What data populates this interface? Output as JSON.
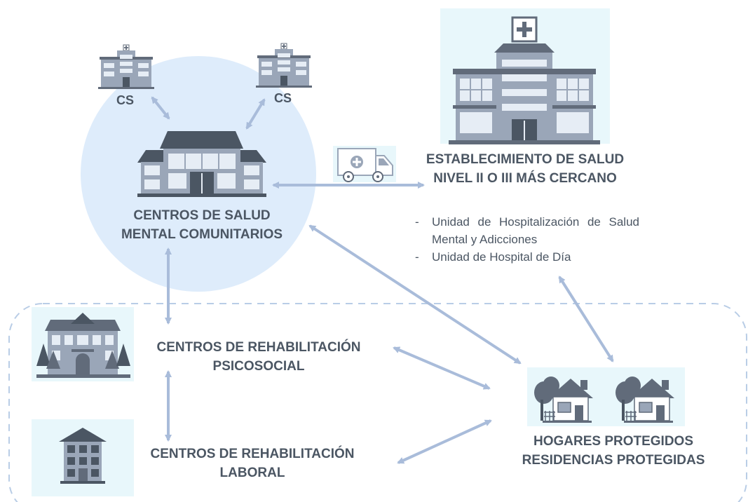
{
  "nodes": {
    "cs_left": "CS",
    "cs_right": "CS",
    "csmc": "CENTROS DE SALUD MENTAL COMUNITARIOS",
    "hospital": "ESTABLECIMIENTO DE SALUD NIVEL II O III MÁS CERCANO",
    "hospital_units": [
      "Unidad de Hospitalización de Salud Mental y Adicciones",
      "Unidad de Hospital de Día"
    ],
    "rehab_psico": "CENTROS DE REHABILITACIÓN PSICOSOCIAL",
    "rehab_laboral": "CENTROS DE REHABILITACIÓN LABORAL",
    "hogares_1": "HOGARES PROTEGIDOS",
    "hogares_2": "RESIDENCIAS PROTEGIDAS"
  },
  "colors": {
    "circle": "#deecfb",
    "arrow": "#a9bcda",
    "icon_bg": "#e8f7fb",
    "building": "#616b7a",
    "building_light": "#9aa6b8",
    "text": "#4b5663",
    "dashed_border": "#b9cde6"
  },
  "icons": [
    "hospital-icon",
    "ambulance-icon",
    "clinic-building-icon",
    "community-center-icon",
    "house-icon",
    "apartment-building-icon"
  ]
}
